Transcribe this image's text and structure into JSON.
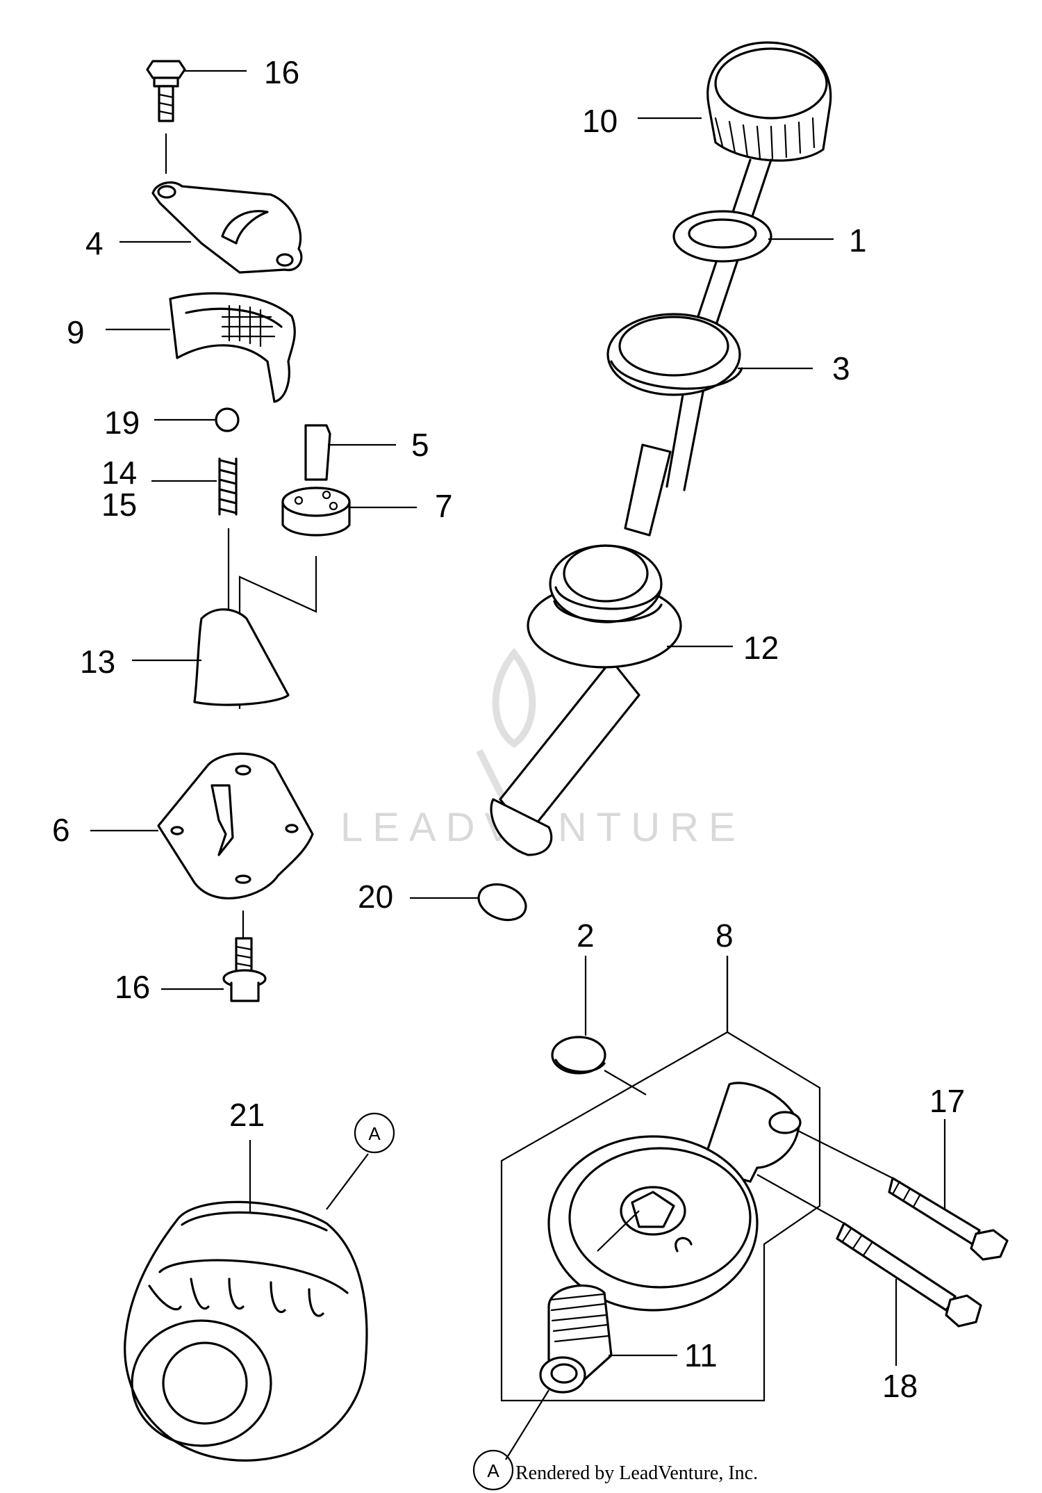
{
  "labels": {
    "p1": "1",
    "p2": "2",
    "p3": "3",
    "p4": "4",
    "p5": "5",
    "p6": "6",
    "p7": "7",
    "p8": "8",
    "p9": "9",
    "p10": "10",
    "p11": "11",
    "p12": "12",
    "p13": "13",
    "p14": "14",
    "p15": "15",
    "p16_top": "16",
    "p16_bottom": "16",
    "p17": "17",
    "p18": "18",
    "p19": "19",
    "p20": "20",
    "p21": "21"
  },
  "refs": {
    "ref_a_filter": "A",
    "ref_a_nipple": "A"
  },
  "watermark": "LEADVENTURE",
  "credit": "Rendered by LeadVenture, Inc."
}
